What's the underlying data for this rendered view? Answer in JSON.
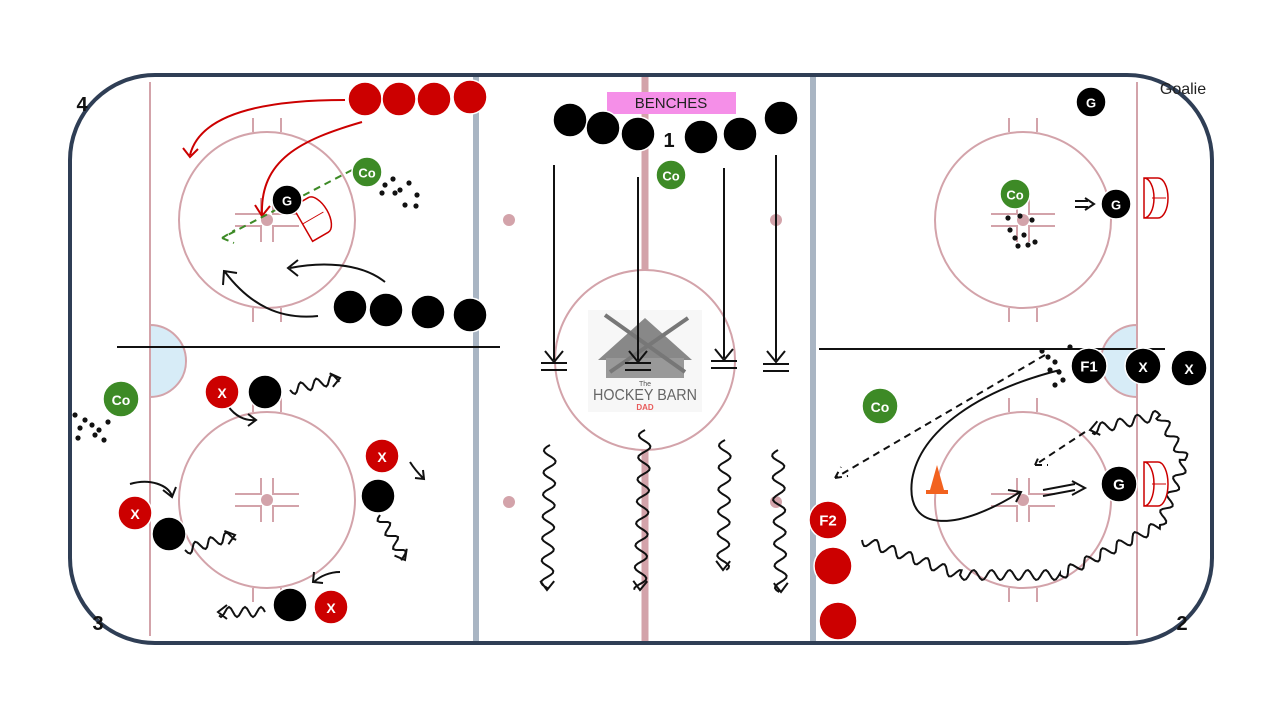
{
  "zone_numbers": {
    "one": "1",
    "two": "2",
    "three": "3",
    "four": "4"
  },
  "goalie_label": "Goalie",
  "benches_label": "BENCHES",
  "coach_label": "Co",
  "goalie_marker": "G",
  "opponent_marker": "X",
  "forward_markers": {
    "f1": "F1",
    "f2": "F2"
  },
  "logo": {
    "top": "The",
    "main": "HOCKEY BARN",
    "sub": "DAD"
  },
  "colors": {
    "board": "#2f3e55",
    "rink_lines": "#d3a3aa",
    "blue_line": "#a9b5c3",
    "crease": "#d7ecf7",
    "red_team": "#cc0000",
    "black_team": "#000000",
    "coach": "#3d8a26",
    "cone": "#f2621f",
    "benches": "#f58fe8"
  }
}
